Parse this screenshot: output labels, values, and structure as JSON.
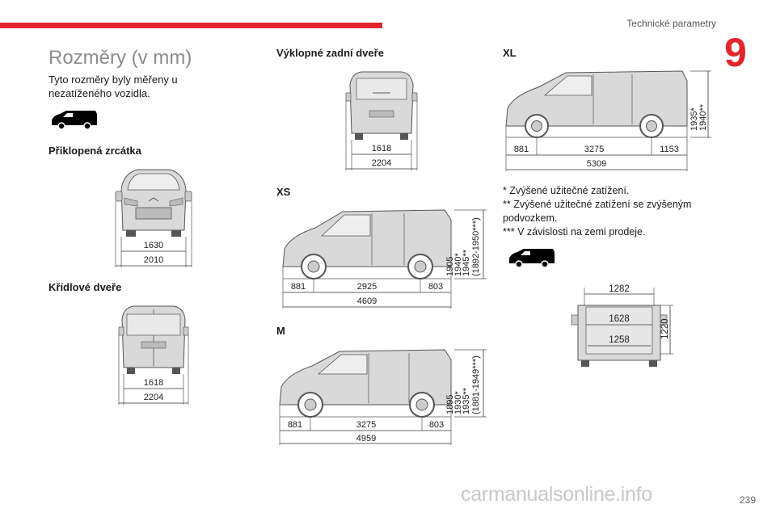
{
  "header": {
    "chapter_title": "Technické parametry",
    "chapter_number": "9"
  },
  "colors": {
    "accent": "#e3262c",
    "van_fill": "#d9d9d9",
    "van_stroke": "#555555"
  },
  "intro": {
    "heading": "Rozměry (v mm)",
    "text": "Tyto rozměry byly měřeny u nezatíženého vozidla."
  },
  "front_view": {
    "title": "Přiklopená zrcátka",
    "width_body": "1630",
    "width_mirrors": "2010"
  },
  "wing_doors": {
    "title": "Křídlové dveře",
    "inner": "1618",
    "outer": "2204"
  },
  "tailgate": {
    "title": "Výklopné zadní dveře",
    "inner": "1618",
    "outer": "2204"
  },
  "xs": {
    "title": "XS",
    "front_overhang": "881",
    "wheelbase": "2925",
    "rear_overhang": "803",
    "length": "4609",
    "heights": [
      "1905",
      "1940*",
      "1945**",
      "(1892-1950***)"
    ]
  },
  "m": {
    "title": "M",
    "front_overhang": "881",
    "wheelbase": "3275",
    "rear_overhang": "803",
    "length": "4959",
    "heights": [
      "1895",
      "1930*",
      "1935**",
      "(1881-1949***)"
    ]
  },
  "xl": {
    "title": "XL",
    "front_overhang": "881",
    "wheelbase": "3275",
    "rear_overhang": "1153",
    "length": "5309",
    "heights": [
      "1935*",
      "1940**"
    ]
  },
  "notes": [
    "* Zvýšené užitečné zatížení.",
    "** Zvýšené užitečné zatížení se zvýšeným podvozkem.",
    "*** V závislosti na zemi prodeje."
  ],
  "cargo": {
    "top_width": "1282",
    "mid_width": "1628",
    "bottom_width": "1258",
    "height": "1220"
  },
  "page_number": "239",
  "watermark": "carmanualsonline.info"
}
